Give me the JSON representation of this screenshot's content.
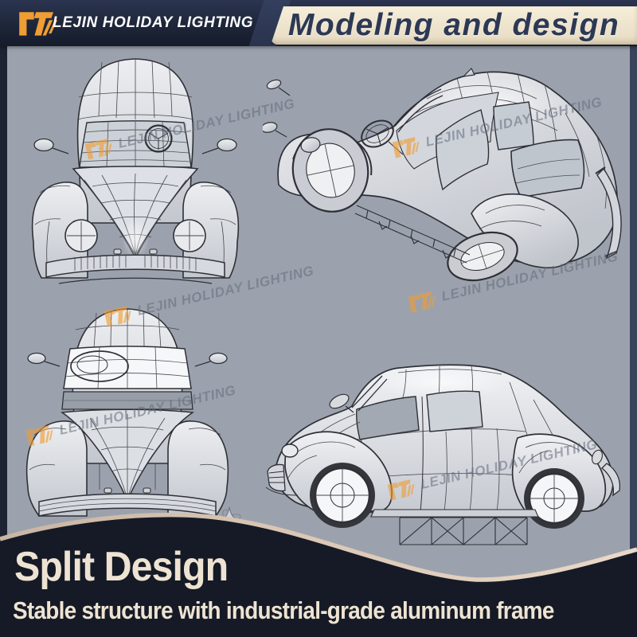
{
  "header": {
    "brand": "LEJIN HOLIDAY LIGHTING",
    "title": "Modeling and design"
  },
  "watermark": {
    "text": "LEJIN HOLIDAY LIGHTING"
  },
  "banner": {
    "heading": "Split Design",
    "subheading": "Stable structure with industrial-grade aluminum frame"
  },
  "icons": {
    "lt_logo": "LT-monogram",
    "sparkle": "✦"
  },
  "colors": {
    "canvas_gray": "#9ca2ad",
    "edge_dark": "#1d2331",
    "edge_navy": "#39435a",
    "header_navy": "#1e2639",
    "title_bg": "#ece3cd",
    "title_text": "#2c3854",
    "logo_orange": "#f09d33",
    "watermark_gray": "#646c7b",
    "banner_dark": "#151a26",
    "wave_cream": "#d6c3b1",
    "banner_text": "#eee3d2"
  }
}
